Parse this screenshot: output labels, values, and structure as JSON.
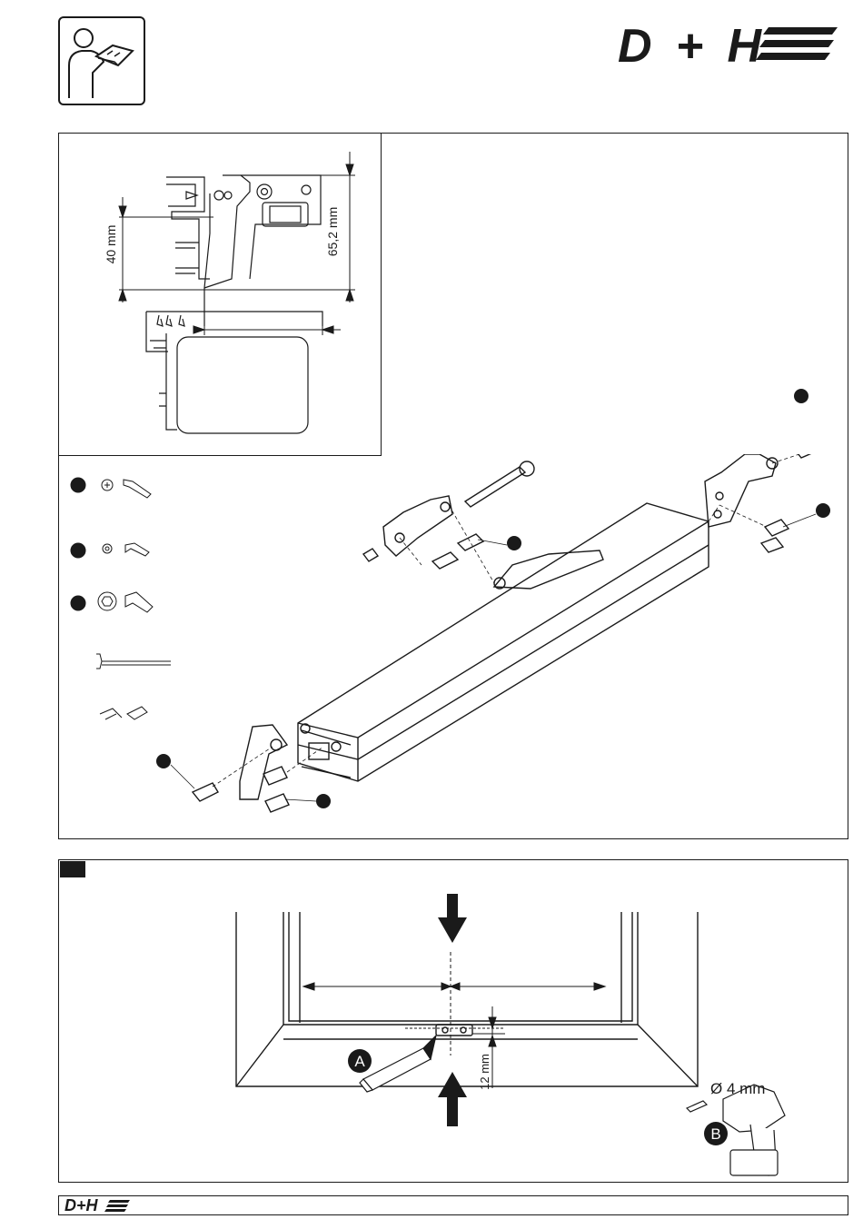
{
  "header": {
    "icon": "read-instructions-icon",
    "brand_logo_text": "D+H"
  },
  "detail": {
    "dim_vertical_left": "40 mm",
    "dim_vertical_right": "65,2 mm"
  },
  "parts": {
    "callouts": [
      "",
      "",
      "",
      ""
    ]
  },
  "marking": {
    "marker_a": "A",
    "drill_b": "B",
    "dim_offset": "12 mm",
    "drill_diameter": "Ø 4 mm"
  },
  "footer": {
    "brand_logo_text": "D+H"
  },
  "colors": {
    "ink": "#1a1a1a",
    "paper": "#ffffff"
  }
}
